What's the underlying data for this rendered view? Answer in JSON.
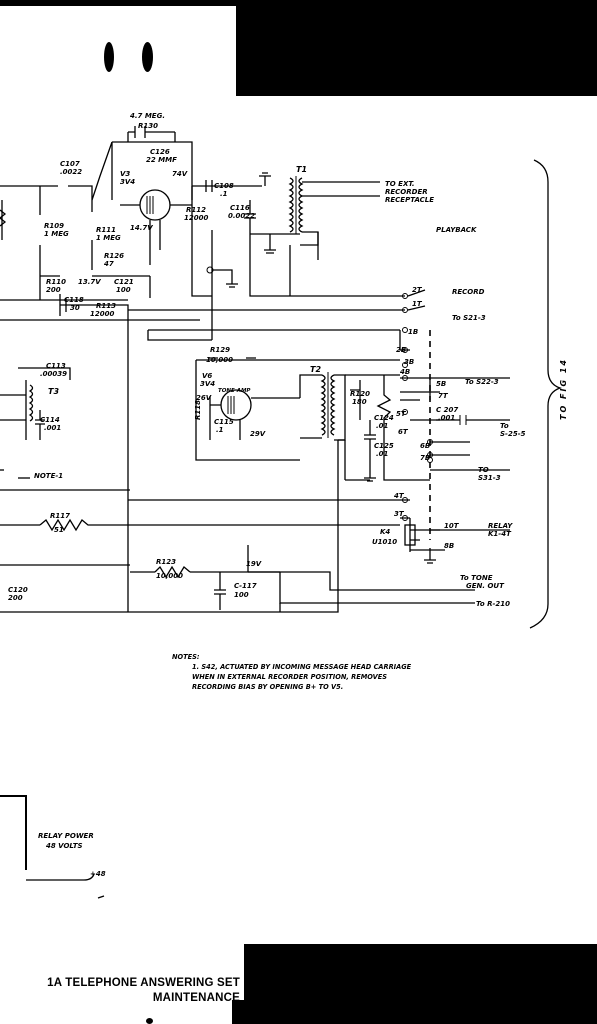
{
  "footer": {
    "line1": "1A TELEPHONE ANSWERING SET",
    "line2": "MAINTENANCE"
  },
  "schematic": {
    "side_label": "TO FIG 14",
    "switch_labels": {
      "playback": "PLAYBACK",
      "record": "RECORD"
    },
    "connections": {
      "ext_recorder": [
        "TO EXT.",
        "RECORDER",
        "RECEPTACLE"
      ],
      "s21": "To S21-3",
      "s22": "To S22-3",
      "s25": [
        "To",
        "S-25-5"
      ],
      "s31": [
        "TO",
        "S31-3"
      ],
      "relay_k1": [
        "RELAY",
        "K1-4T"
      ],
      "tone_gen": [
        "To TONE",
        "GEN. OUT"
      ],
      "r210": "To R-210",
      "relay_power": [
        "RELAY POWER",
        "48 VOLTS"
      ],
      "plus48": "+48"
    },
    "components": {
      "r130": [
        "4.7 MEG.",
        "R130"
      ],
      "c126": [
        "C126",
        "22 MMF"
      ],
      "c107": [
        "C107",
        ".0022"
      ],
      "v3": [
        "V3",
        "3V4"
      ],
      "v6": [
        "V6",
        "3V4"
      ],
      "t1": "T1",
      "t2": "T2",
      "t3": "T3",
      "c108": [
        "C108",
        ".1"
      ],
      "c116": [
        "C116",
        "0.0022"
      ],
      "r112": [
        "R112",
        "12000"
      ],
      "r109": [
        "R109",
        "1 MEG"
      ],
      "r111": [
        "R111",
        "1 MEG"
      ],
      "r126": [
        "R126",
        "47"
      ],
      "r110": [
        "R110",
        "200"
      ],
      "c121": [
        "C121",
        "100"
      ],
      "c118": [
        "C118",
        "30"
      ],
      "r113": [
        "R113",
        "12000"
      ],
      "r129": [
        "R129",
        "10,000"
      ],
      "c113": [
        "C113",
        ".00039"
      ],
      "c114": [
        "C114",
        ".001"
      ],
      "r118": "R118",
      "c115": [
        "C115",
        ".1"
      ],
      "r120": [
        "R120",
        "180"
      ],
      "c124": [
        "C124",
        ".01"
      ],
      "c125": [
        "C125",
        ".01"
      ],
      "c207": [
        "C 207",
        ".001"
      ],
      "r117": [
        "R117",
        "51"
      ],
      "r123": [
        "R123",
        "10,000"
      ],
      "c117": [
        "C-117",
        "100"
      ],
      "c120": [
        "C120",
        "200"
      ],
      "k4": [
        "K4",
        "U1010"
      ],
      "v_74": "74V",
      "v_147": "14.7V",
      "v_137": "13.7V",
      "v_26": "26V",
      "v_29": "29V",
      "v_19": "19V",
      "tone_amp": "TONE AMP",
      "note1": "NOTE-1"
    },
    "terminals": [
      "2T",
      "1T",
      "1B",
      "2B",
      "3B",
      "4B",
      "5B",
      "7T",
      "5T",
      "6T",
      "6B",
      "7B",
      "4T",
      "3T",
      "10T",
      "8B"
    ]
  },
  "notes": {
    "title": "NOTES:",
    "line1": "1. S42, ACTUATED BY INCOMING MESSAGE HEAD CARRIAGE",
    "line2": "WHEN IN EXTERNAL RECORDER POSITION, REMOVES",
    "line3": "RECORDING BIAS BY OPENING B+ TO V5."
  }
}
